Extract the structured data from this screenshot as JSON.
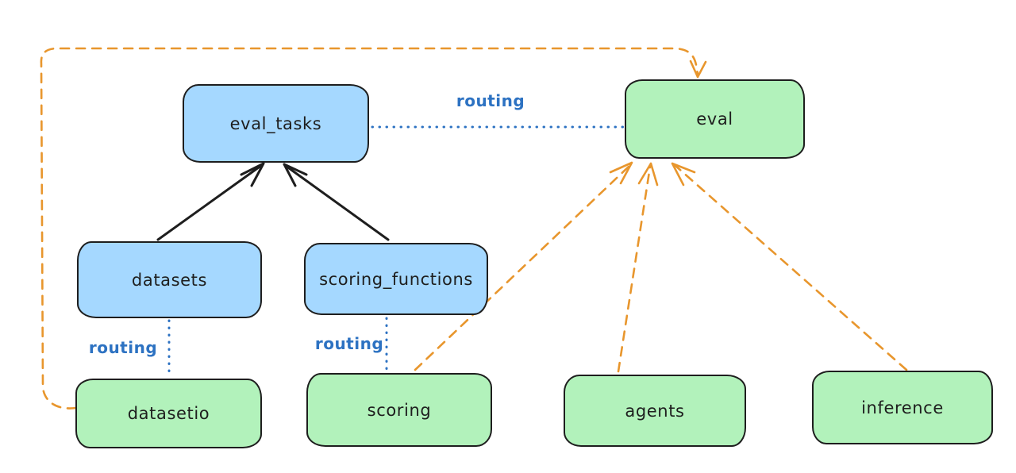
{
  "diagram": {
    "colors": {
      "node_blue_fill": "#a5d8ff",
      "node_green_fill": "#b2f2bb",
      "node_border": "#1e1e1e",
      "edge_black": "#1e1e1e",
      "edge_orange_dashed": "#e8962d",
      "edge_blue_dotted": "#2d72c2",
      "routing_label_color": "#2d72c2",
      "background": "#ffffff"
    },
    "nodes": {
      "eval_tasks": {
        "label": "eval_tasks",
        "color": "blue"
      },
      "datasets": {
        "label": "datasets",
        "color": "blue"
      },
      "scoring_functions": {
        "label": "scoring_functions",
        "color": "blue"
      },
      "eval": {
        "label": "eval",
        "color": "green"
      },
      "datasetio": {
        "label": "datasetio",
        "color": "green"
      },
      "scoring": {
        "label": "scoring",
        "color": "green"
      },
      "agents": {
        "label": "agents",
        "color": "green"
      },
      "inference": {
        "label": "inference",
        "color": "green"
      }
    },
    "edges": [
      {
        "from": "datasets",
        "to": "eval_tasks",
        "style": "solid",
        "color": "black",
        "arrow": true,
        "label": ""
      },
      {
        "from": "scoring_functions",
        "to": "eval_tasks",
        "style": "solid",
        "color": "black",
        "arrow": true,
        "label": ""
      },
      {
        "from": "eval_tasks",
        "to": "eval",
        "style": "dotted",
        "color": "blue",
        "arrow": false,
        "label": "routing"
      },
      {
        "from": "datasets",
        "to": "datasetio",
        "style": "dotted",
        "color": "blue",
        "arrow": false,
        "label": "routing"
      },
      {
        "from": "scoring_functions",
        "to": "scoring",
        "style": "dotted",
        "color": "blue",
        "arrow": false,
        "label": "routing"
      },
      {
        "from": "datasetio",
        "to": "eval",
        "style": "dashed",
        "color": "orange",
        "arrow": true,
        "label": ""
      },
      {
        "from": "scoring",
        "to": "eval",
        "style": "dashed",
        "color": "orange",
        "arrow": true,
        "label": ""
      },
      {
        "from": "agents",
        "to": "eval",
        "style": "dashed",
        "color": "orange",
        "arrow": true,
        "label": ""
      },
      {
        "from": "inference",
        "to": "eval",
        "style": "dashed",
        "color": "orange",
        "arrow": true,
        "label": ""
      }
    ]
  }
}
